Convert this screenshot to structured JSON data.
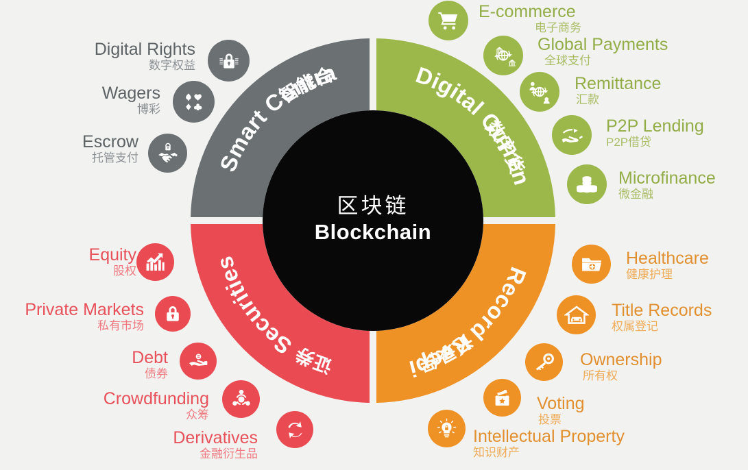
{
  "center": {
    "cn": "区块链",
    "en": "Blockchain"
  },
  "colors": {
    "gray": "#6b7073",
    "green": "#9cb84a",
    "red": "#ea4b52",
    "orange": "#ef9226",
    "hub": "#080808",
    "background": "#f2f2f1"
  },
  "quadrants": [
    {
      "key": "smart-contracts",
      "en": "Smart Contracts",
      "cn": "智能合约",
      "color": "#6b7073",
      "position": "top-left"
    },
    {
      "key": "digital-currency",
      "en": "Digital Currency",
      "cn": "数字货币",
      "color": "#9cb84a",
      "position": "top-right"
    },
    {
      "key": "securities",
      "en": "Securities",
      "cn": "证券",
      "color": "#ea4b52",
      "position": "bottom-left"
    },
    {
      "key": "record-keeping",
      "en": "Record Keeping",
      "cn": "记录保全",
      "color": "#ef9226",
      "position": "bottom-right"
    }
  ],
  "items": {
    "smart_contracts": [
      {
        "en": "Digital Rights",
        "cn": "数字权益",
        "icon": "lock-icon"
      },
      {
        "en": "Wagers",
        "cn": "博彩",
        "icon": "card-suits-icon"
      },
      {
        "en": "Escrow",
        "cn": "托管支付",
        "icon": "handshake-lock-icon"
      }
    ],
    "digital_currency": [
      {
        "en": "E-commerce",
        "cn": "电子商务",
        "icon": "shopping-cart-icon"
      },
      {
        "en": "Global Payments",
        "cn": "全球支付",
        "icon": "globe-bank-icon"
      },
      {
        "en": "Remittance",
        "cn": "汇款",
        "icon": "globe-people-icon"
      },
      {
        "en": "P2P Lending",
        "cn": "P2P借贷",
        "icon": "hand-money-icon"
      },
      {
        "en": "Microfinance",
        "cn": "微金融",
        "icon": "coin-stack-icon"
      }
    ],
    "securities": [
      {
        "en": "Equity",
        "cn": "股权",
        "icon": "bar-chart-growth-icon"
      },
      {
        "en": "Private Markets",
        "cn": "私有市场",
        "icon": "padlock-icon"
      },
      {
        "en": "Debt",
        "cn": "债券",
        "icon": "hand-coin-icon"
      },
      {
        "en": "Crowdfunding",
        "cn": "众筹",
        "icon": "network-nodes-icon"
      },
      {
        "en": "Derivatives",
        "cn": "金融衍生品",
        "icon": "exchange-arrows-icon"
      }
    ],
    "record_keeping": [
      {
        "en": "Healthcare",
        "cn": "健康护理",
        "icon": "medical-folder-icon"
      },
      {
        "en": "Title Records",
        "cn": "权属登记",
        "icon": "house-car-icon"
      },
      {
        "en": "Ownership",
        "cn": "所有权",
        "icon": "key-icon"
      },
      {
        "en": "Voting",
        "cn": "投票",
        "icon": "ballot-box-icon"
      },
      {
        "en": "Intellectual Property",
        "cn": "知识财产",
        "icon": "lightbulb-lock-icon"
      }
    ]
  }
}
